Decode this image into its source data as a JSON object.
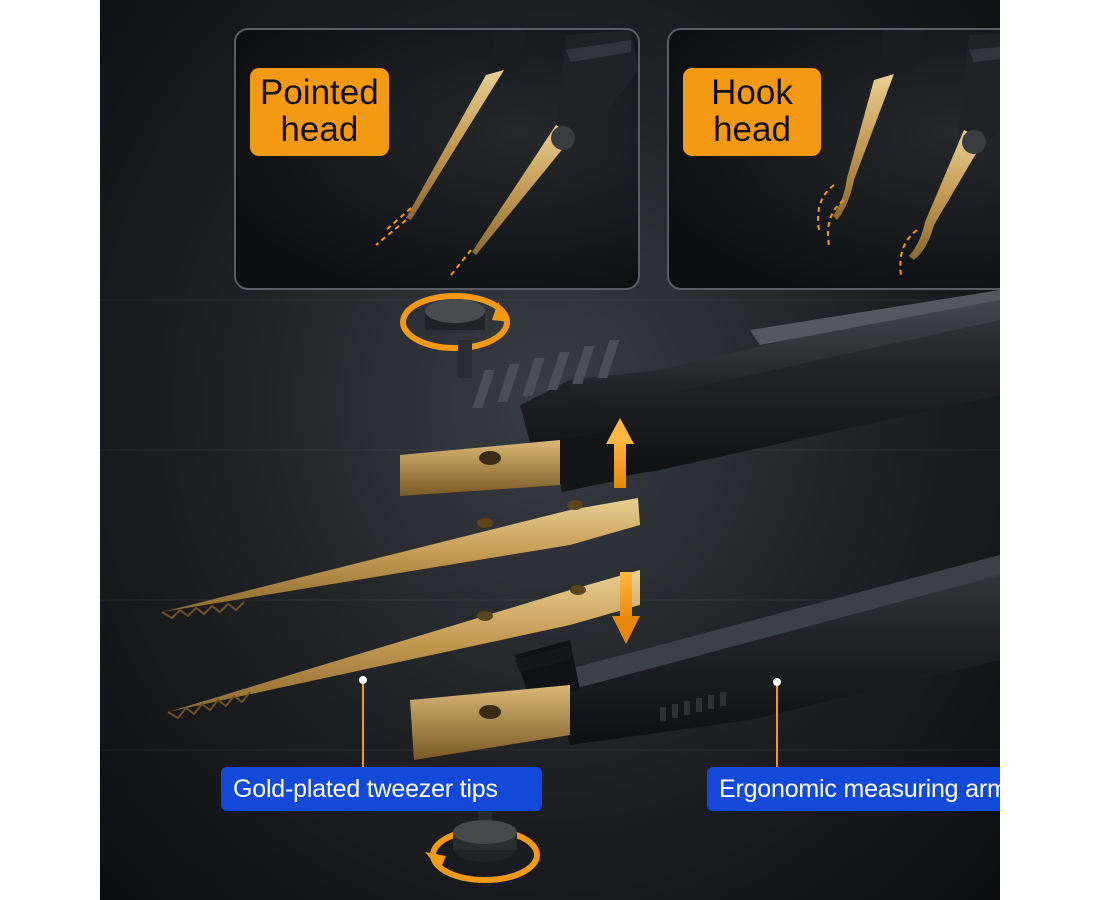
{
  "insets": {
    "pointed": {
      "label": "Pointed\nhead"
    },
    "hook": {
      "label": "Hook\nhead"
    }
  },
  "callouts": {
    "tips": {
      "label": "Gold-plated tweezer tips"
    },
    "arm": {
      "label": "Ergonomic measuring arm"
    }
  },
  "colors": {
    "accent_orange": "#f39a12",
    "label_blue": "#1249d8",
    "gold": "#c9a45c",
    "body_black": "#1a1b1e"
  },
  "icons": [
    "rotate-arrow-icon",
    "up-arrow-icon",
    "down-arrow-icon",
    "thumb-screw-icon"
  ]
}
